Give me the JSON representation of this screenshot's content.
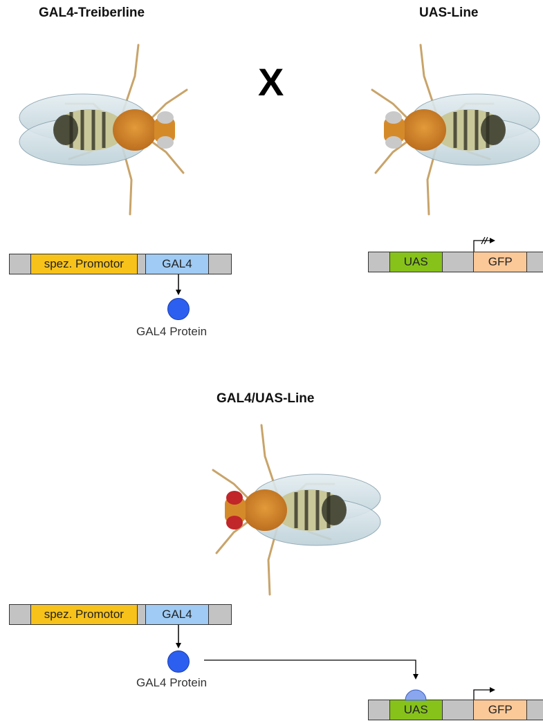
{
  "titles": {
    "driver_line": "GAL4-Treiberline",
    "uas_line": "UAS-Line",
    "cross_symbol": "X",
    "offspring_line": "GAL4/UAS-Line"
  },
  "driver_construct": {
    "promoter": "spez. Promotor",
    "gene": "GAL4"
  },
  "uas_construct": {
    "uas": "UAS",
    "reporter": "GFP"
  },
  "protein_label": "GAL4 Protein",
  "offspring_driver_construct": {
    "promoter": "spez. Promotor",
    "gene": "GAL4"
  },
  "offspring_protein_label": "GAL4 Protein",
  "offspring_uas_construct": {
    "uas": "UAS",
    "reporter": "GFP"
  },
  "colors": {
    "promoter": "#f7c21a",
    "gal4_gene": "#9fcbf4",
    "uas": "#86c21a",
    "gfp": "#fbc898",
    "spacer": "#c3c3c3",
    "protein": "#2c5ff0",
    "bound_protein": "#8aa6ee"
  }
}
